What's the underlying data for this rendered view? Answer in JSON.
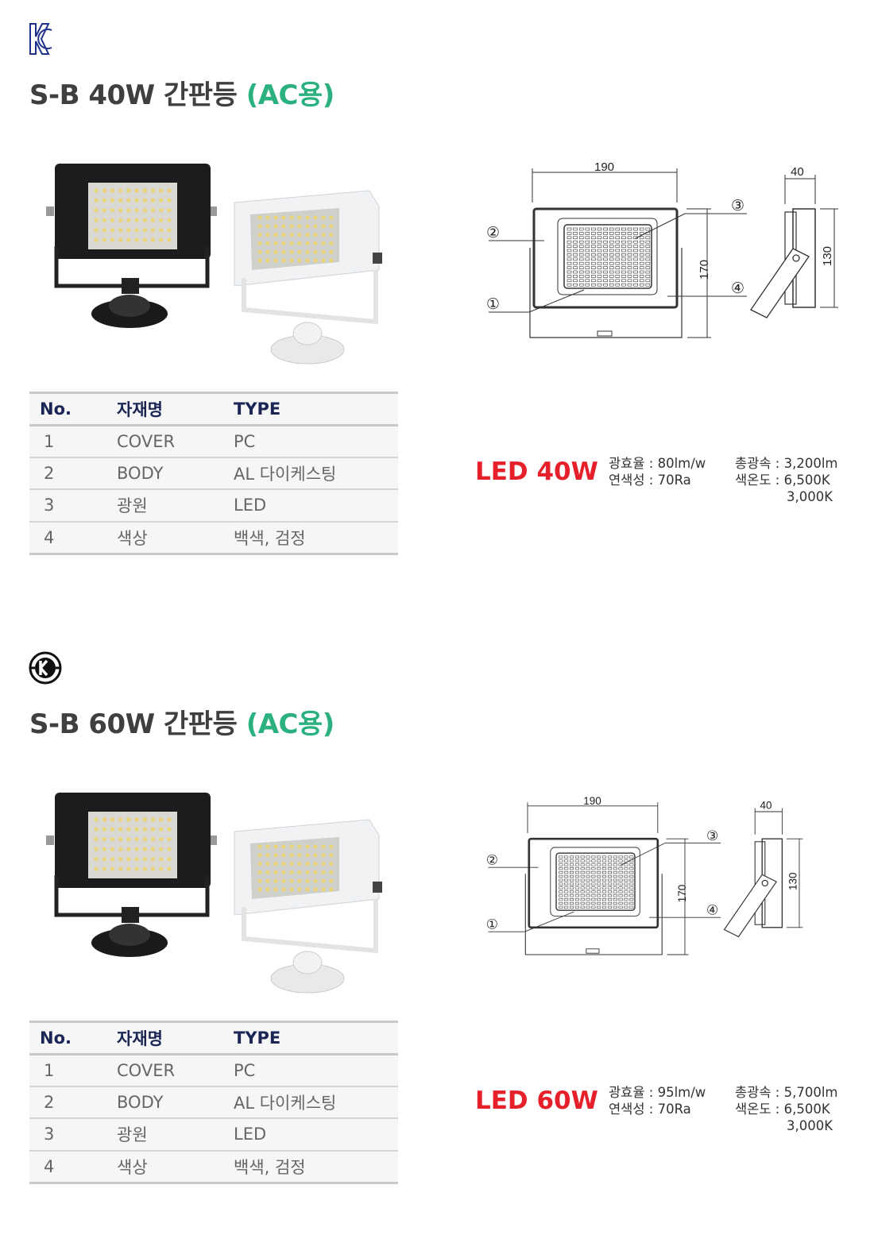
{
  "products": [
    {
      "cert_logo": "KC",
      "title_main": "S-B 40W 간판등",
      "title_accent": "(AC용)",
      "table": {
        "headers": [
          "No.",
          "자재명",
          "TYPE"
        ],
        "rows": [
          [
            "1",
            "COVER",
            "PC"
          ],
          [
            "2",
            "BODY",
            "AL 다이케스팅"
          ],
          [
            "3",
            "광원",
            "LED"
          ],
          [
            "4",
            "색상",
            "백색, 검정"
          ]
        ]
      },
      "led_label": "LED 40W",
      "specs": {
        "efficiency": "광효율 : 80lm/w",
        "cri": "연색성 : 70Ra",
        "lumen": "총광속 : 3,200lm",
        "cct": "색온도 : 6,500K",
        "cct2": "3,000K"
      },
      "diagram": {
        "width": "190",
        "height": "170",
        "depth": "40",
        "side_height": "130",
        "c1": "①",
        "c2": "②",
        "c3": "③",
        "c4": "④"
      }
    },
    {
      "cert_logo": "K",
      "title_main": "S-B 60W 간판등",
      "title_accent": "(AC용)",
      "table": {
        "headers": [
          "No.",
          "자재명",
          "TYPE"
        ],
        "rows": [
          [
            "1",
            "COVER",
            "PC"
          ],
          [
            "2",
            "BODY",
            "AL 다이케스팅"
          ],
          [
            "3",
            "광원",
            "LED"
          ],
          [
            "4",
            "색상",
            "백색, 검정"
          ]
        ]
      },
      "led_label": "LED 60W",
      "specs": {
        "efficiency": "광효율 : 95lm/w",
        "cri": "연색성 : 70Ra",
        "lumen": "총광속 : 5,700lm",
        "cct": "색온도 : 6,500K",
        "cct2": "3,000K"
      },
      "diagram": {
        "width": "190",
        "height": "170",
        "depth": "40",
        "side_height": "130",
        "c1": "①",
        "c2": "②",
        "c3": "③",
        "c4": "④"
      }
    }
  ],
  "colors": {
    "accent_green": "#2bb07f",
    "led_red": "#e5202a",
    "header_navy": "#1b2655",
    "kc_blue": "#1e2f8c"
  }
}
